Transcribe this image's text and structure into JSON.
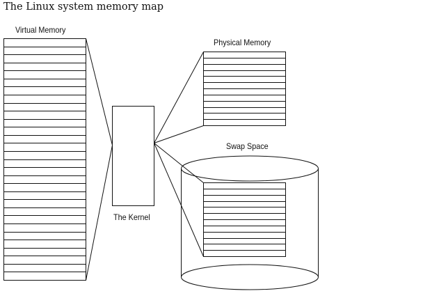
{
  "title": "The Linux system memory map",
  "labels": {
    "virtual_memory": "Virtual Memory",
    "physical_memory": "Physical Memory",
    "swap_space": "Swap Space",
    "kernel": "The Kernel"
  },
  "blocks": {
    "virtual_memory": {
      "rows": 30
    },
    "physical_memory": {
      "rows": 12
    },
    "swap_pages": {
      "rows": 12
    }
  },
  "colors": {
    "stroke": "#111111",
    "background": "#ffffff"
  }
}
